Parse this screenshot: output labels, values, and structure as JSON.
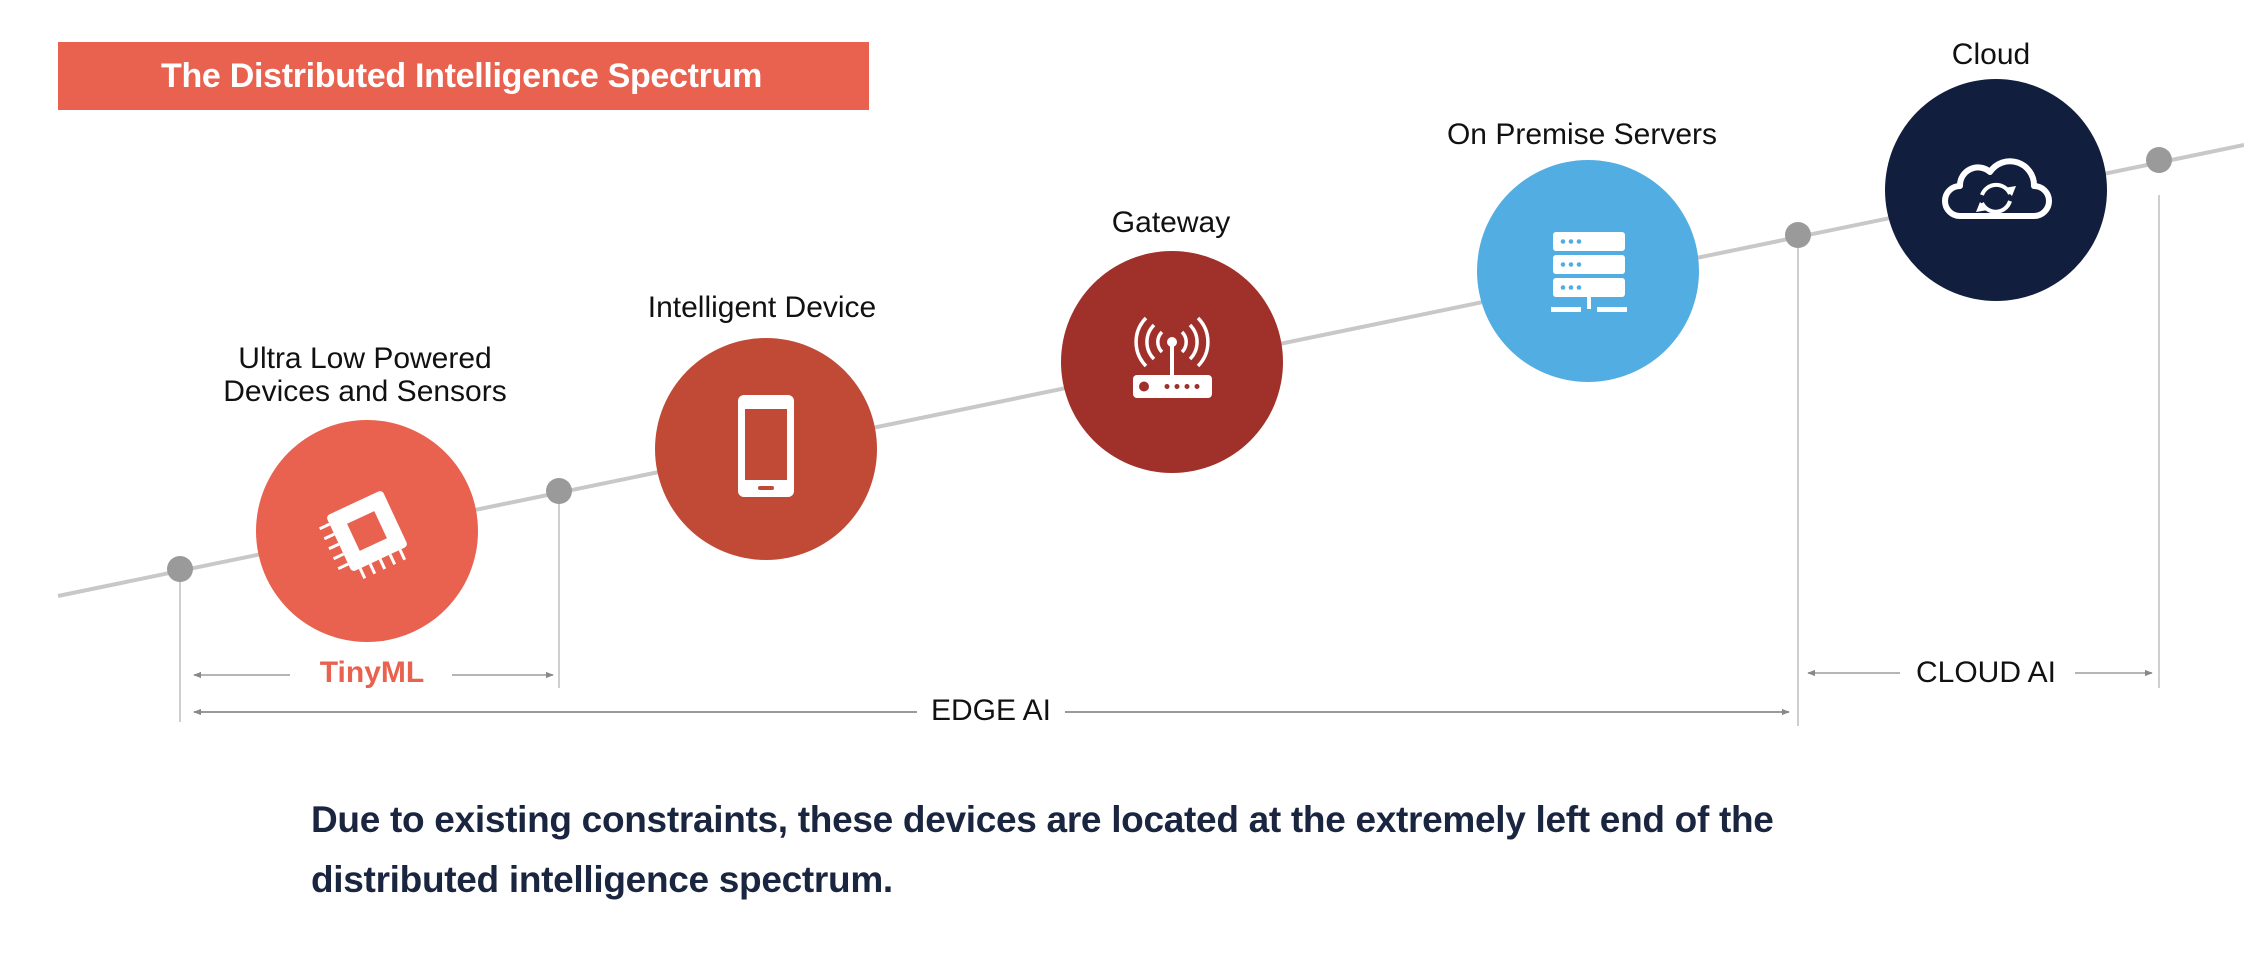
{
  "title": "The Distributed Intelligence Spectrum",
  "tiers": [
    {
      "label": "Ultra Low Powered\nDevices and Sensors",
      "icon": "microchip-icon",
      "color": "#e8624f"
    },
    {
      "label": "Intelligent Device",
      "icon": "smartphone-icon",
      "color": "#c04a35"
    },
    {
      "label": "Gateway",
      "icon": "router-icon",
      "color": "#a0302a"
    },
    {
      "label": "On Premise Servers",
      "icon": "server-icon",
      "color": "#52ade2"
    },
    {
      "label": "Cloud",
      "icon": "cloud-sync-icon",
      "color": "#111e3e"
    }
  ],
  "spans": {
    "tinyml": "TinyML",
    "edge": "EDGE AI",
    "cloud": "CLOUD AI"
  },
  "caption": "Due to existing constraints, these devices are located at the extremely left end of the distributed intelligence spectrum."
}
